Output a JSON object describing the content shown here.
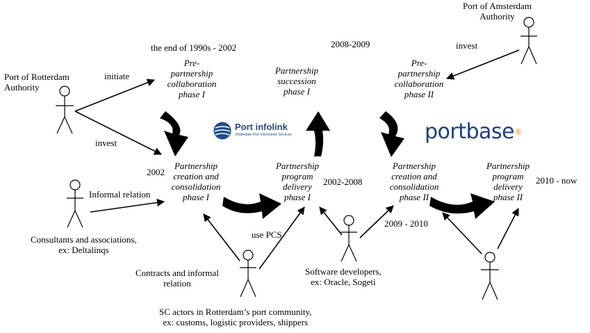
{
  "actors": {
    "rotterdam": "Port of Rotterdam\nAuthority",
    "amsterdam": "Port of Amsterdam\nAuthority",
    "consultants": "Consultants and associations,\nex: Deltalinqs",
    "sc_actors": "SC actors in Rotterdam’s port community,\nex: customs, logistic providers, shippers",
    "software": "Software developers,\nex: Oracle, Sogeti"
  },
  "relations": {
    "initiate": "initiate",
    "invest_rotterdam": "invest",
    "invest_amsterdam": "invest",
    "informal": "Informal relation",
    "contracts": "Contracts and informal\nrelation",
    "use_pcs": "use PCS"
  },
  "periods": {
    "p1": "the end of 1990s - 2002",
    "p2": "2008-2009",
    "p3": "2002",
    "p4": "2002-2008",
    "p5": "2009 - 2010",
    "p6": "2010 - now"
  },
  "phases": {
    "pre1": "Pre-\npartnership\ncollaboration\nphase I",
    "succ": "Partnership\nsuccession\nphase I",
    "pre2": "Pre-\npartnership\ncollaboration\nphase II",
    "create1": "Partnership\ncreation and\nconsolidation\nphase I",
    "deliv1": "Partnership\nprogram\ndelivery\nphase I",
    "create2": "Partnership\ncreation and\nconsolidation\nphase II",
    "deliv2": "Partnership\nprogram\ndelivery\nphase II"
  },
  "logos": {
    "infolink_name": "Port infolink",
    "infolink_sub": "Rotterdam Port Information Services",
    "portbase": "portbase",
    "portbase_mark": "®",
    "portbase_color": "#1a3f8a",
    "infolink_color": "#1d4a8f"
  }
}
